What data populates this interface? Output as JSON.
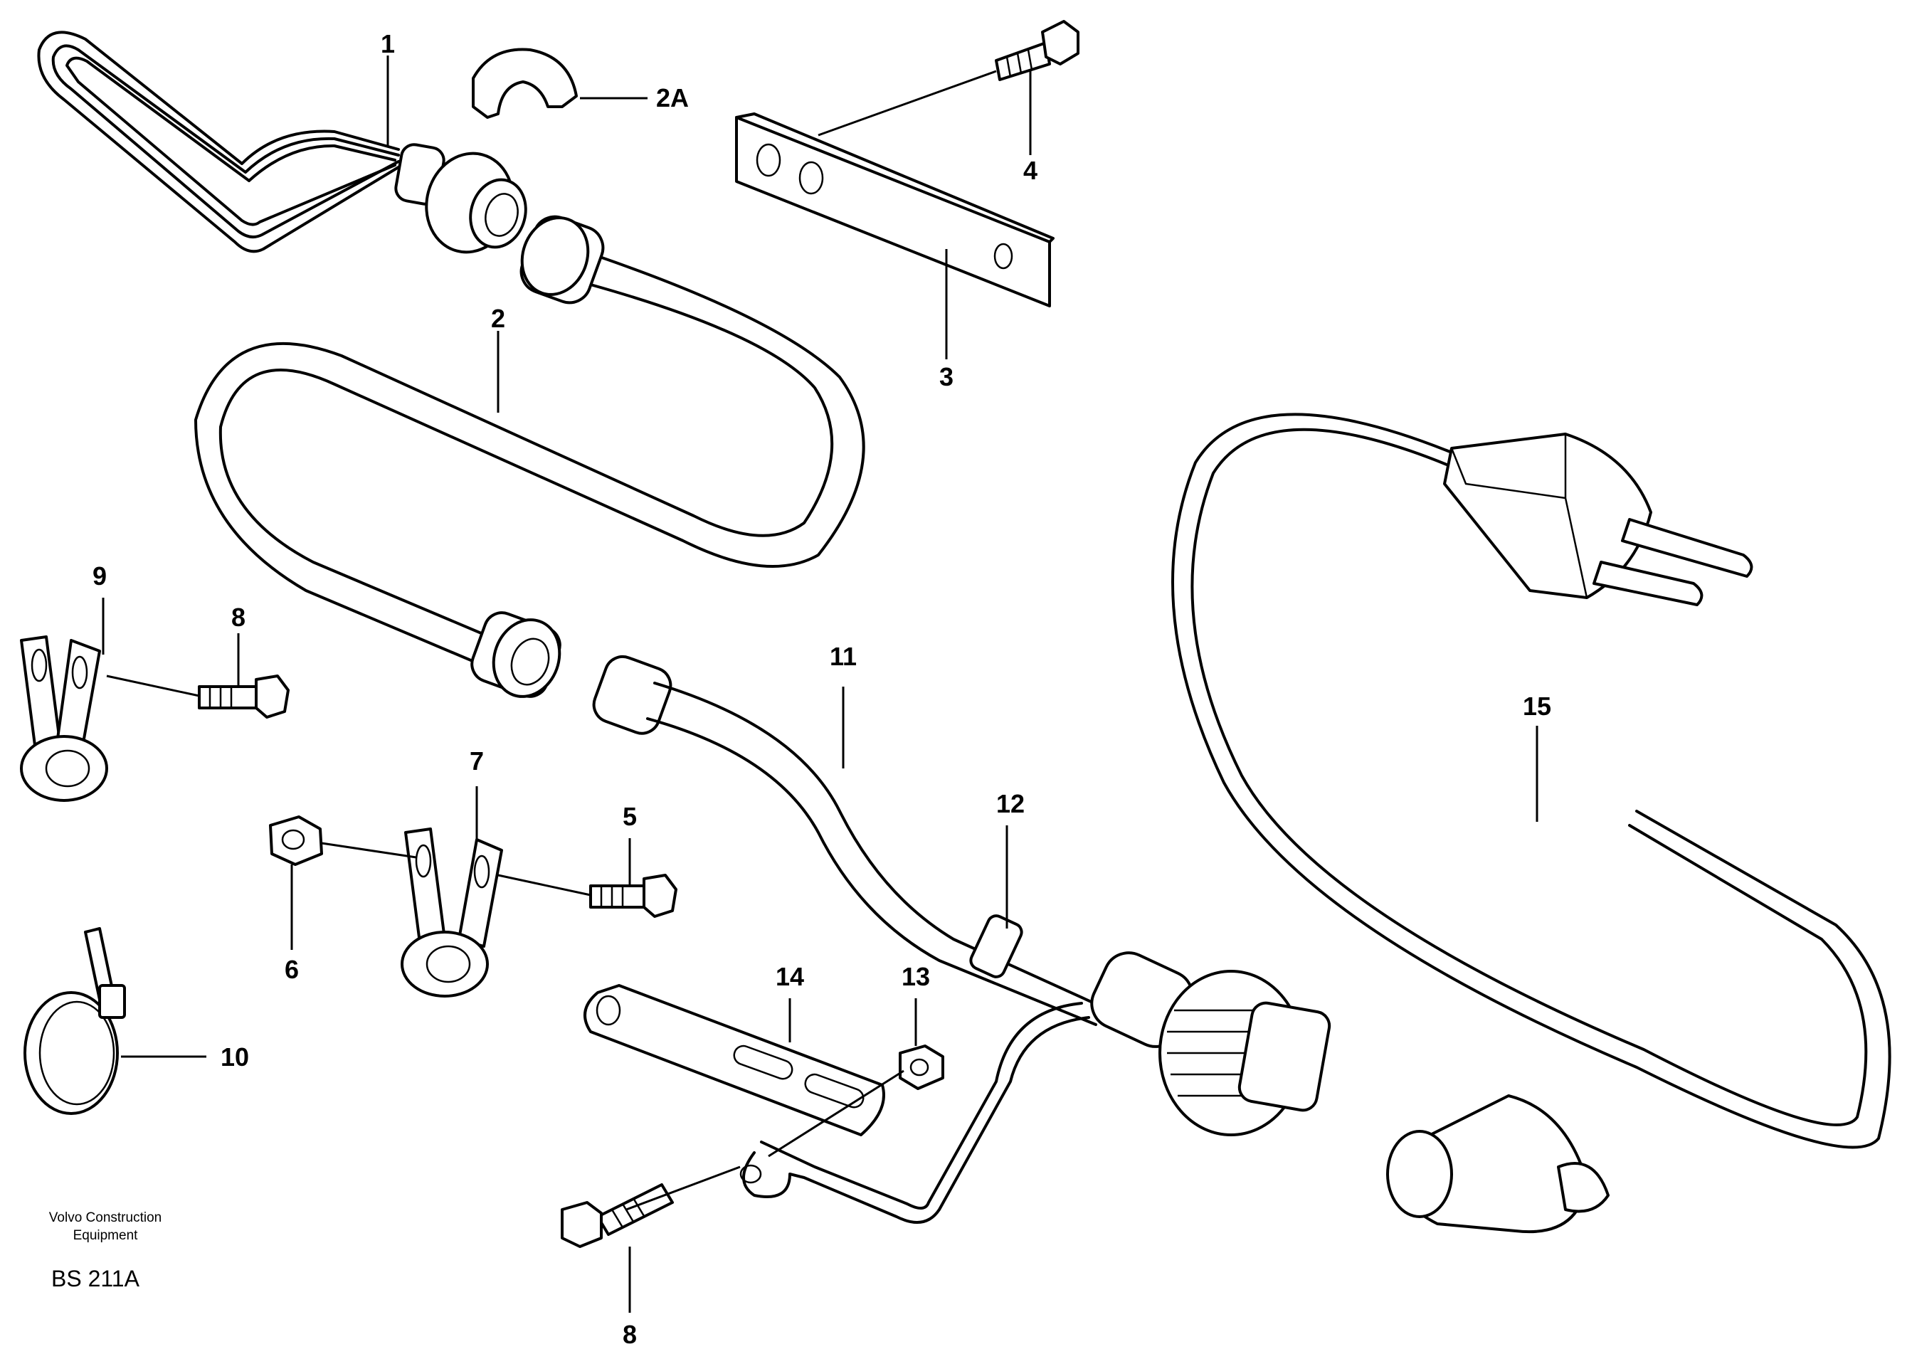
{
  "diagram": {
    "callouts": {
      "c1": "1",
      "c2": "2",
      "c2a": "2A",
      "c3": "3",
      "c4": "4",
      "c5": "5",
      "c6": "6",
      "c7": "7",
      "c8a": "8",
      "c8b": "8",
      "c9": "9",
      "c10": "10",
      "c11": "11",
      "c12": "12",
      "c13": "13",
      "c14": "14",
      "c15": "15"
    },
    "footer": {
      "publisher_line1": "Volvo Construction",
      "publisher_line2": "Equipment",
      "code": "BS 211A"
    }
  }
}
